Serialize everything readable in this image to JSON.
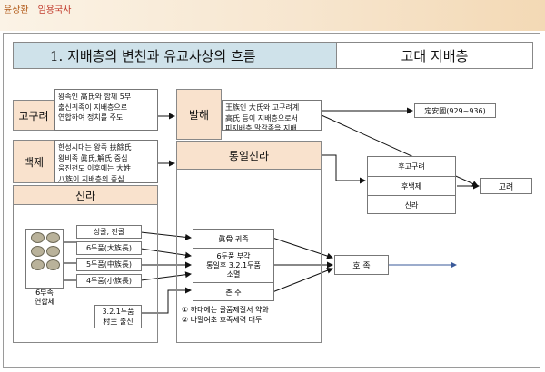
{
  "header": {
    "brand_name": "윤상환",
    "brand_sub": "임용국사"
  },
  "title": {
    "main": "1. 지배층의 변천과 유교사상의 흐름",
    "side": "고대 지배층"
  },
  "goguryeo": {
    "label": "고구려",
    "desc": "왕족인 高氏와 함께 5부\n출신귀족이 지배층으로\n연합하여 정치를 주도"
  },
  "baekje": {
    "label": "백제",
    "desc": "한성시대는 왕족 扶餘氏\n왕비족 眞氏,解氏 중심\n웅진천도 이후에는 大姓\n八族이 지배층의 중심"
  },
  "silla": {
    "label": "신라",
    "group_label": "6부족\n연합체",
    "ranks": [
      "성골, 진골",
      "6두품(大族長)",
      "5두품(中族長)",
      "4두품(小族長)"
    ],
    "village": "3.2.1두품\n村主 출신"
  },
  "balhae": {
    "label": "발해",
    "desc": "王族인 大氏와 고구려계\n高氏 등이 지배층으로서\n피지배층 말갈족을 지배"
  },
  "dinganguk": "定安國(929~936)",
  "unified_silla": {
    "label": "통일신라",
    "strata": [
      "眞骨 귀족",
      "6두품 부각\n통일후 3.2.1두품\n소멸",
      "촌 주"
    ],
    "notes": [
      "① 하대에는 골품제질서 약화",
      "② 나말여초 호족세력 대두"
    ]
  },
  "later_three": [
    "후고구려",
    "후백제",
    "신라"
  ],
  "goryeo": "고려",
  "hojok": "호 족"
}
